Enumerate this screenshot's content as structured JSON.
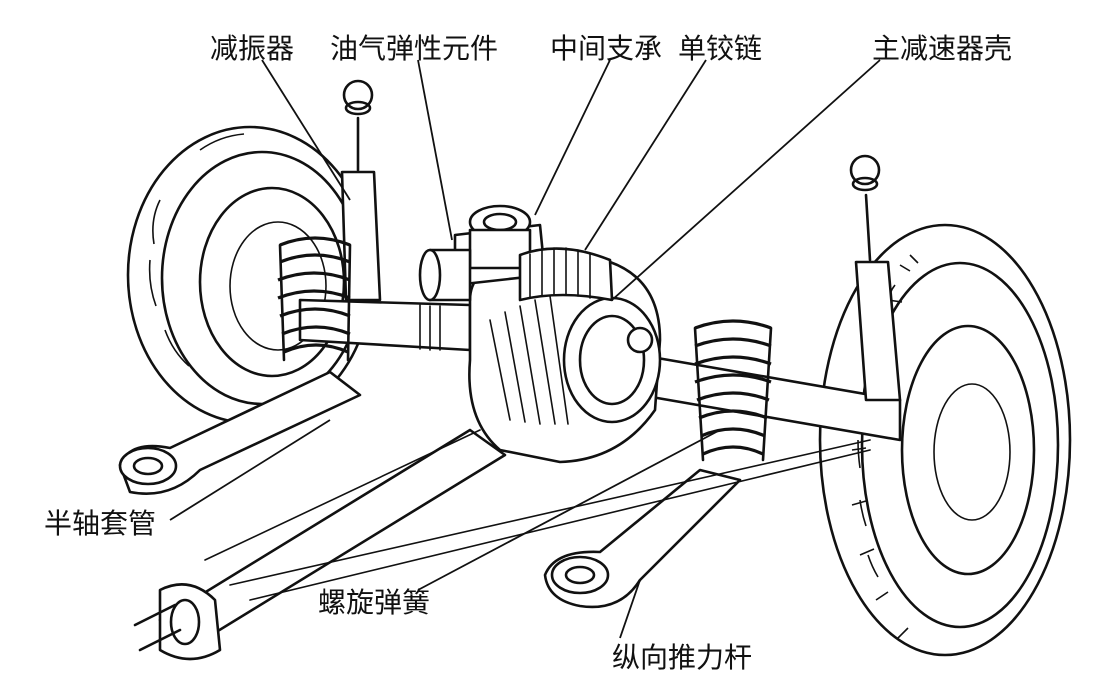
{
  "labels": {
    "shock_absorber": "减振器",
    "hydropneumatic_element": "油气弹性元件",
    "center_bearing": "中间支承",
    "single_joint": "单铰链",
    "final_drive_housing": "主减速器壳",
    "axle_housing": "半轴套管",
    "coil_spring": "螺旋弹簧",
    "trailing_arm": "纵向推力杆"
  }
}
